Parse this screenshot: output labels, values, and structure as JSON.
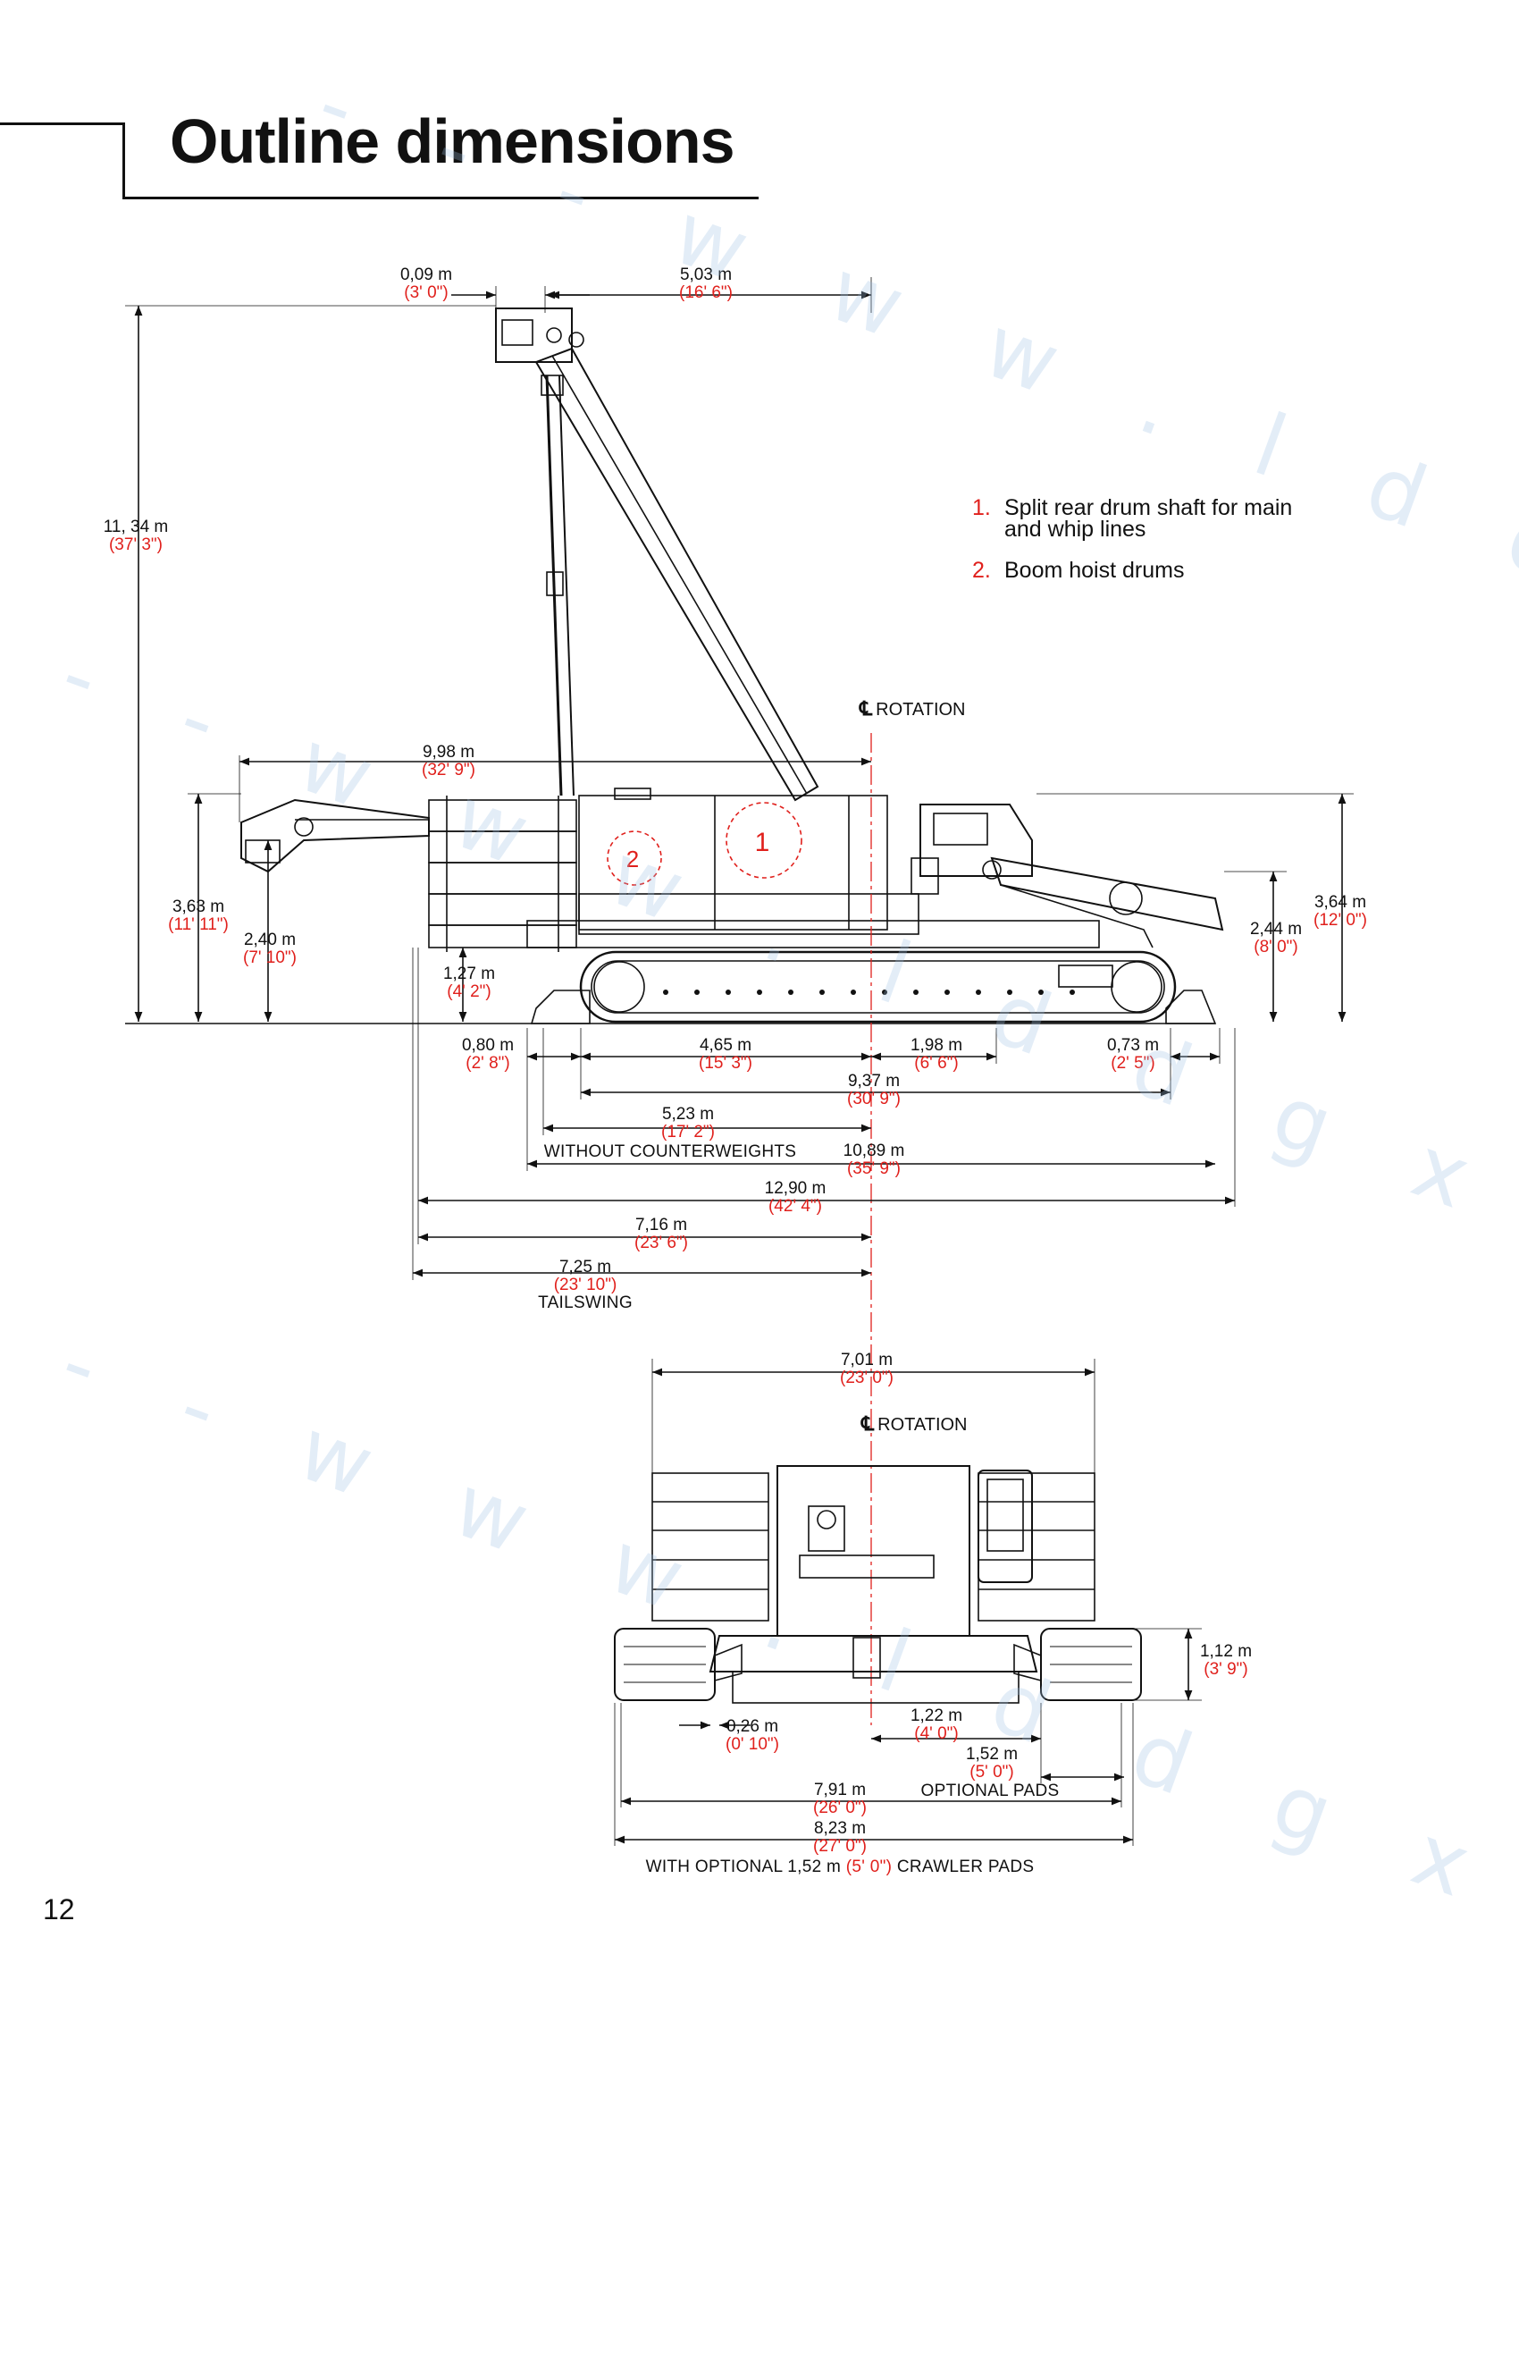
{
  "header": {
    "title": "Outline dimensions"
  },
  "page_number": "12",
  "legend": [
    {
      "num": "1.",
      "text": "Split rear drum shaft for main and whip lines"
    },
    {
      "num": "2.",
      "text": "Boom hoist drums"
    }
  ],
  "rotation_label": "ROTATION",
  "rotation_symbol": "℄",
  "markers": {
    "m1": "1",
    "m2": "2"
  },
  "side_dims": {
    "d_009": {
      "m": "0,09 m",
      "i": "(3' 0\")"
    },
    "d_503": {
      "m": "5,03 m",
      "i": "(16' 6\")"
    },
    "d_1134": {
      "m": "11, 34 m",
      "i": "(37' 3\")"
    },
    "d_998": {
      "m": "9,98 m",
      "i": "(32' 9\")"
    },
    "d_363": {
      "m": "3,63 m",
      "i": "(11' 11\")"
    },
    "d_240": {
      "m": "2,40 m",
      "i": "(7' 10\")"
    },
    "d_127": {
      "m": "1,27 m",
      "i": "(4' 2\")"
    },
    "d_244": {
      "m": "2,44 m",
      "i": "(8' 0\")"
    },
    "d_364": {
      "m": "3,64 m",
      "i": "(12' 0\")"
    },
    "d_080": {
      "m": "0,80 m",
      "i": "(2' 8\")"
    },
    "d_465": {
      "m": "4,65 m",
      "i": "(15' 3\")"
    },
    "d_198": {
      "m": "1,98 m",
      "i": "(6' 6\")"
    },
    "d_073": {
      "m": "0,73 m",
      "i": "(2' 5\")"
    },
    "d_937": {
      "m": "9,37 m",
      "i": "(30' 9\")"
    },
    "d_523": {
      "m": "5,23 m",
      "i": "(17' 2\")"
    },
    "d_1089": {
      "m": "10,89 m",
      "i": "(35' 9\")"
    },
    "d_1290": {
      "m": "12,90 m",
      "i": "(42' 4\")"
    },
    "d_716": {
      "m": "7,16 m",
      "i": "(23' 6\")"
    },
    "d_725": {
      "m": "7,25 m",
      "i": "(23' 10\")"
    }
  },
  "side_notes": {
    "without_cw": "WITHOUT COUNTERWEIGHTS",
    "tailswing": "TAILSWING"
  },
  "rear_dims": {
    "d_701": {
      "m": "7,01 m",
      "i": "(23' 0\")"
    },
    "d_112": {
      "m": "1,12 m",
      "i": "(3' 9\")"
    },
    "d_026": {
      "m": "0,26 m",
      "i": "(0' 10\")"
    },
    "d_122": {
      "m": "1,22 m",
      "i": "(4' 0\")"
    },
    "d_152": {
      "m": "1,52 m",
      "i": "(5' 0\")"
    },
    "d_791": {
      "m": "7,91 m",
      "i": "(26' 0\")"
    },
    "d_823": {
      "m": "8,23 m",
      "i": "(27' 0\")"
    }
  },
  "rear_notes": {
    "optional_pads": "OPTIONAL PADS",
    "with_optional_pre": "WITH OPTIONAL 1,52 m",
    "with_optional_red": "(5' 0\")",
    "with_optional_post": "CRAWLER PADS"
  },
  "watermark_text": "- - - w w w . l d d g x w . c o m - - - -",
  "colors": {
    "accent_red": "#e0201c",
    "ink": "#111111",
    "watermark": "#9cc0e6"
  }
}
